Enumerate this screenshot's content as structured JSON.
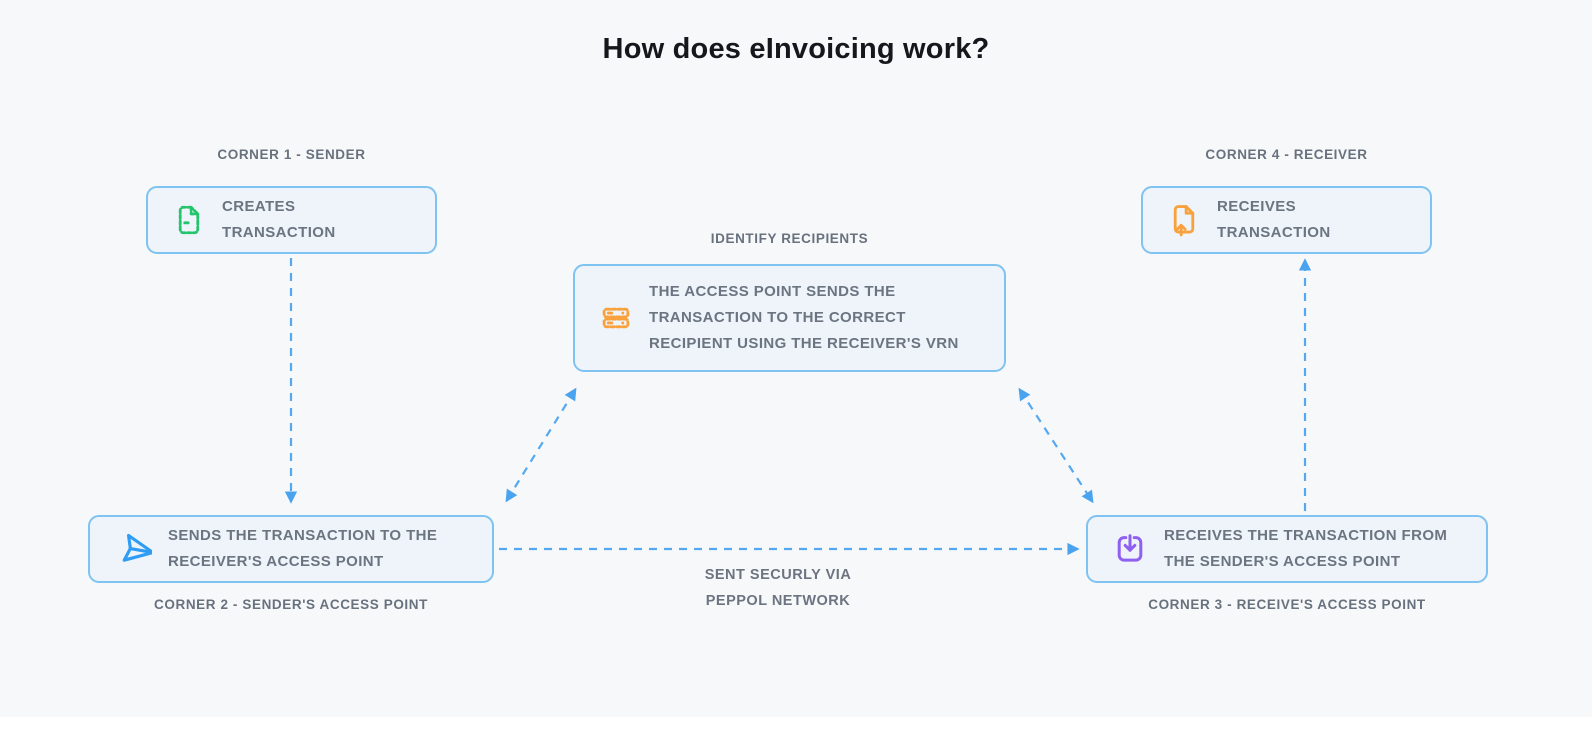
{
  "title": "How does eInvoicing work?",
  "colors": {
    "background": "#f7f8fa",
    "box_fill": "#eef4fa",
    "box_border": "#7fc3f2",
    "arrow_blue": "#55a8f0",
    "title_text": "#15171c",
    "label_text": "#68727e",
    "box_text": "#6b7480",
    "icon_green": "#24c46d",
    "icon_orange": "#f9a13c",
    "icon_blue": "#2f9df5",
    "icon_purple": "#8f5ff2"
  },
  "nodes": {
    "corner1": {
      "label": "CORNER 1 - SENDER",
      "text": "CREATES TRANSACTION",
      "icon": "file-icon",
      "icon_color": "#24c46d"
    },
    "corner2": {
      "label": "CORNER 2 - SENDER'S ACCESS POINT",
      "text": "SENDS THE TRANSACTION TO THE RECEIVER'S ACCESS POINT",
      "icon": "send-icon",
      "icon_color": "#2f9df5"
    },
    "corner3": {
      "label": "CORNER 3 - RECEIVE'S  ACCESS POINT",
      "text": "RECEIVES THE TRANSACTION FROM THE SENDER'S ACCESS POINT",
      "icon": "download-icon",
      "icon_color": "#8f5ff2"
    },
    "corner4": {
      "label": "CORNER 4 - RECEIVER",
      "text": "RECEIVES TRANSACTION",
      "icon": "file-up-icon",
      "icon_color": "#f9a13c"
    },
    "center": {
      "label": "IDENTIFY RECIPIENTS",
      "text": "THE ACCESS POINT SENDS THE TRANSACTION TO THE CORRECT RECIPIENT USING THE RECEIVER'S VRN",
      "icon": "server-icon",
      "icon_color": "#f9a13c"
    }
  },
  "annotations": {
    "peppol_line1": "SENT SECURLY VIA",
    "peppol_line2": "PEPPOL NETWORK"
  },
  "connections": [
    {
      "from": "corner1",
      "to": "corner2",
      "style": "dashed",
      "heads": "end"
    },
    {
      "from": "corner2",
      "to": "center",
      "style": "dashed",
      "heads": "both"
    },
    {
      "from": "corner2",
      "to": "corner3",
      "style": "dashed",
      "heads": "end"
    },
    {
      "from": "center",
      "to": "corner3",
      "style": "dashed",
      "heads": "both"
    },
    {
      "from": "corner3",
      "to": "corner4",
      "style": "dashed",
      "heads": "end"
    }
  ]
}
